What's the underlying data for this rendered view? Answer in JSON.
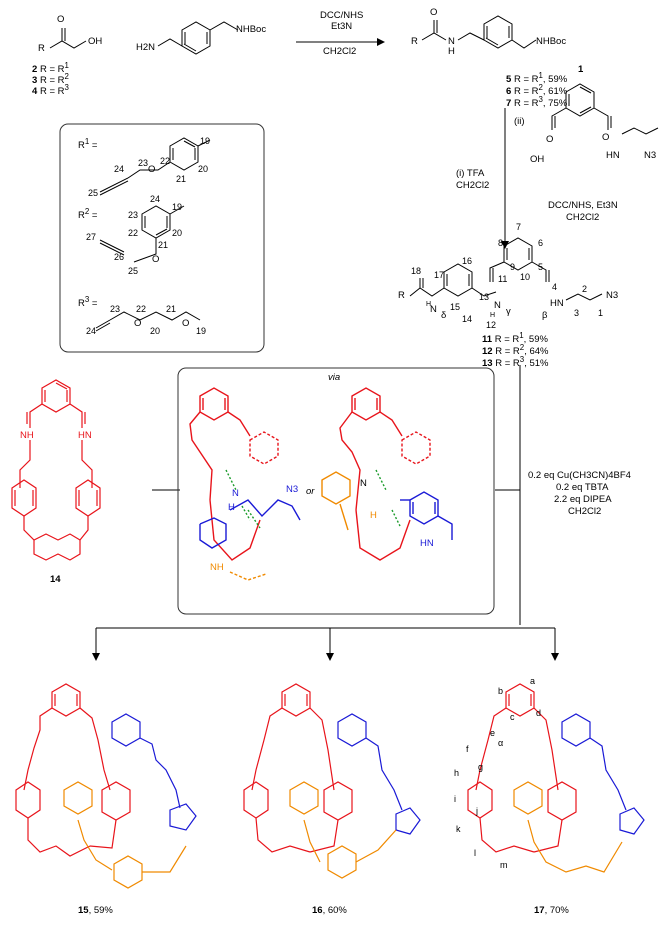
{
  "top": {
    "acid_labels": [
      {
        "num": "2",
        "text": "R = R",
        "sup": "1"
      },
      {
        "num": "3",
        "text": "R = R",
        "sup": "2"
      },
      {
        "num": "4",
        "text": "R = R",
        "sup": "3"
      }
    ],
    "acid_R": "R",
    "acid_OH": "OH",
    "acid_O": "O",
    "amine_H2N": "H2N",
    "amine_NHBoc": "NHBoc",
    "cond1_line1": "DCC/NHS",
    "cond1_line2": "Et3N",
    "cond1_line3": "CH2Cl2",
    "prod_R": "R",
    "prod_NH": "N",
    "prod_H": "H",
    "prod_NHBoc": "NHBoc",
    "prod_O": "O",
    "prod_labels": [
      {
        "num": "5",
        "text": "R = R",
        "sup": "1",
        "yield": ", 59%"
      },
      {
        "num": "6",
        "text": "R = R",
        "sup": "2",
        "yield": ", 61%"
      },
      {
        "num": "7",
        "text": "R = R",
        "sup": "3",
        "yield": ", 75%"
      }
    ]
  },
  "rbox": {
    "r1": "R",
    "r1sup": "1",
    "r1eq": " =",
    "r2": "R",
    "r2sup": "2",
    "r2eq": " =",
    "r3": "R",
    "r3sup": "3",
    "r3eq": " =",
    "r1_nums": [
      "19",
      "20",
      "21",
      "22",
      "23",
      "24",
      "25"
    ],
    "r2_nums": [
      "24",
      "19",
      "23",
      "20",
      "22",
      "21",
      "27",
      "26",
      "25"
    ],
    "r3_nums": [
      "23",
      "22",
      "21",
      "24",
      "20",
      "19"
    ],
    "O": "O"
  },
  "step2": {
    "i_line1": "(i) TFA",
    "i_line2": "CH2Cl2",
    "ii": "(ii)",
    "cmpd1": "1",
    "ii_cond1": "DCC/NHS, Et3N",
    "ii_cond2": "CH2Cl2",
    "OH": "OH",
    "HN": "HN",
    "N3": "N3",
    "O": "O"
  },
  "diamide": {
    "nums": [
      "18",
      "17",
      "16",
      "15",
      "14",
      "13",
      "12",
      "11",
      "9",
      "10",
      "8",
      "7",
      "6",
      "5",
      "4",
      "2",
      "3",
      "1"
    ],
    "R": "R",
    "N_delta": "N",
    "H_delta": "H",
    "delta": "δ",
    "N_gamma": "N",
    "H_gamma": "H",
    "gamma": "γ",
    "beta": "β",
    "HN": "HN",
    "N3": "N3",
    "labels": [
      {
        "num": "11",
        "text": "R = R",
        "sup": "1",
        "yield": ", 59%"
      },
      {
        "num": "12",
        "text": "R = R",
        "sup": "2",
        "yield": ", 64%"
      },
      {
        "num": "13",
        "text": "R = R",
        "sup": "3",
        "yield": ", 51%"
      }
    ]
  },
  "macrocycle": {
    "label": "14",
    "NH": "NH",
    "HN": "HN"
  },
  "via": {
    "title": "via",
    "or": "or",
    "N3": "N3",
    "HN": "HN",
    "N": "N",
    "H": "H",
    "NH": "NH"
  },
  "cuaac": {
    "line1": "0.2 eq Cu(CH3CN)4BF4",
    "line2": "0.2 eq TBTA",
    "line3": "2.2 eq DIPEA",
    "line4": "CH2Cl2"
  },
  "rotaxanes": [
    {
      "num": "15",
      "yield": ", 59%"
    },
    {
      "num": "16",
      "yield": ", 60%"
    },
    {
      "num": "17",
      "yield": ", 70%"
    }
  ],
  "proton_labels": [
    "a",
    "b",
    "c",
    "d",
    "e",
    "f",
    "g",
    "h",
    "i",
    "j",
    "k",
    "l",
    "m",
    "α"
  ],
  "colors": {
    "ring": "#e8141b",
    "thread": "#1a1ad6",
    "stopper": "#f08a00",
    "green": "#1a9a2a"
  }
}
